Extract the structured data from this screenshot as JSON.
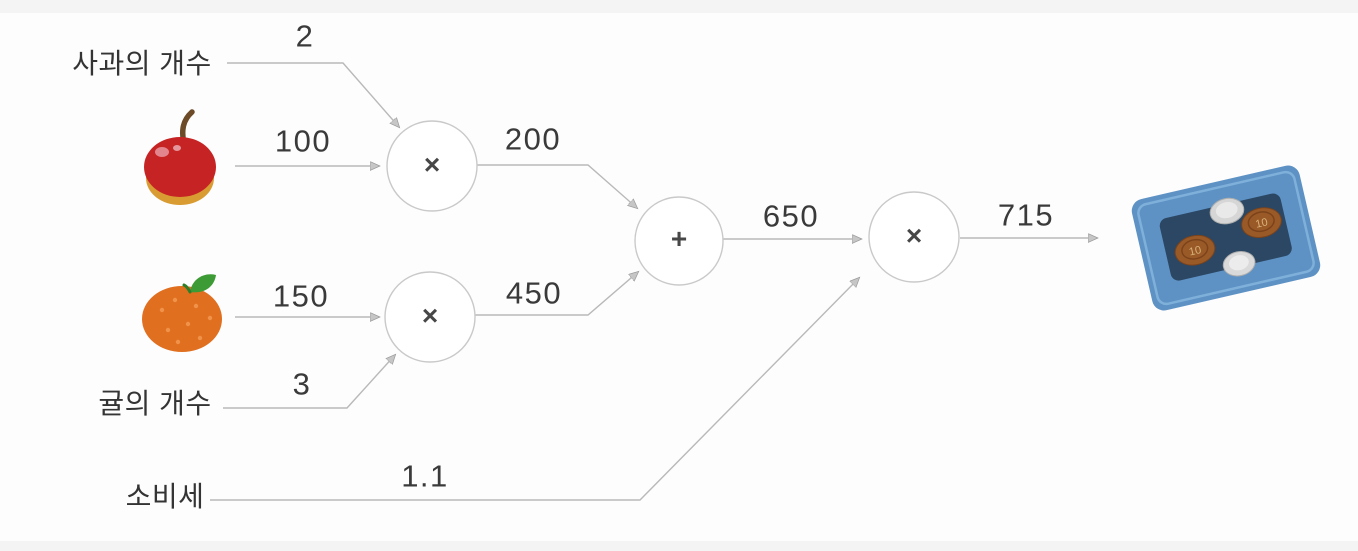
{
  "colors": {
    "background": "#fdfdfd",
    "page_edge_strip": "#f4f4f4",
    "line": "#b9b9b9",
    "node_border": "#c9c9c9",
    "node_fill": "#ffffff",
    "text": "#3c3c3c",
    "arrowhead_fill": "#c6c6c6",
    "apple_red": "#c62424",
    "apple_bottom": "#d89c33",
    "tangerine_orange": "#e06f1f",
    "leaf_green": "#3d9b35",
    "tray_blue": "#5e92c5",
    "tray_inner": "#2b4763",
    "coin_bronze": "#9a5a28",
    "coin_silver": "#d6d6d6"
  },
  "graph": {
    "inputs": [
      {
        "id": "apple-count",
        "label": "사과의 개수",
        "value": "2"
      },
      {
        "id": "apple-price",
        "icon": "apple-icon",
        "value": "100"
      },
      {
        "id": "tangerine-price",
        "icon": "tangerine-icon",
        "value": "150"
      },
      {
        "id": "tangerine-count",
        "label": "귤의 개수",
        "value": "3"
      },
      {
        "id": "tax",
        "label": "소비세",
        "value": "1.1"
      }
    ],
    "nodes": [
      {
        "id": "multiply-apple",
        "op": "×"
      },
      {
        "id": "multiply-tangerine",
        "op": "×"
      },
      {
        "id": "add-subtotals",
        "op": "+"
      },
      {
        "id": "multiply-tax",
        "op": "×"
      }
    ],
    "edges": [
      {
        "id": "apple-subtotal",
        "value": "200"
      },
      {
        "id": "tangerine-subtotal",
        "value": "450"
      },
      {
        "id": "pretax-total",
        "value": "650"
      },
      {
        "id": "final-total",
        "value": "715"
      }
    ],
    "output": {
      "icon": "coin-tray-icon",
      "coin_label": "10"
    }
  }
}
